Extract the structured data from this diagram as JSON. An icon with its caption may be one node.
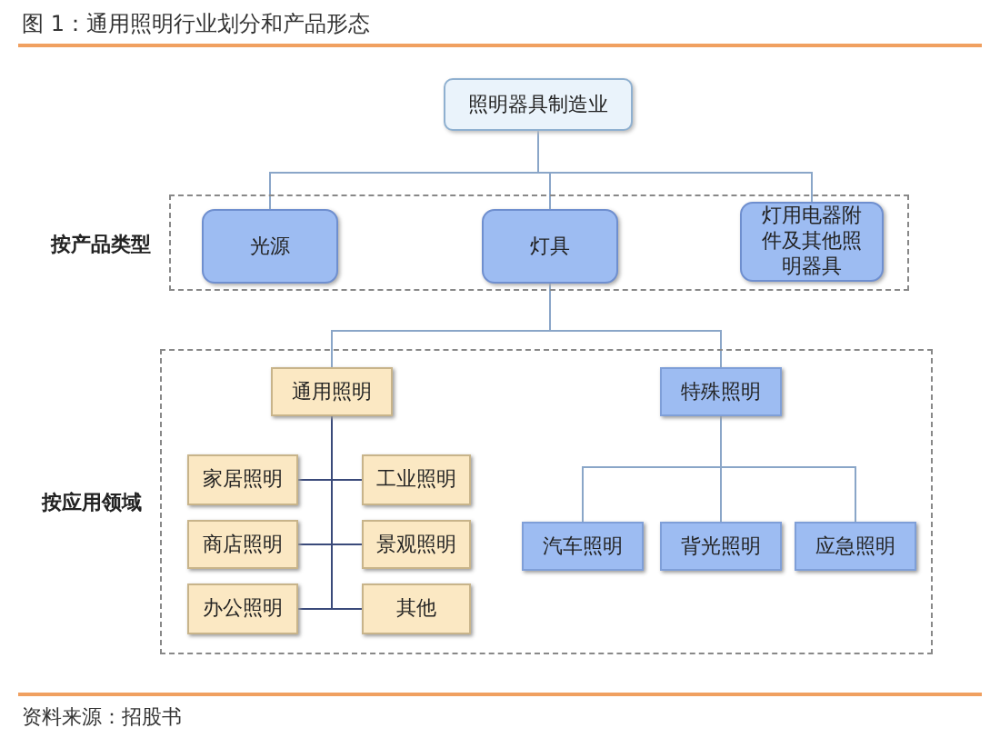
{
  "diagram": {
    "title": "图 1：通用照明行业划分和产品形态",
    "nodes": [
      {
        "text": [
          "照明器具制造业"
        ]
      },
      {
        "text": [
          "按产品类型"
        ]
      },
      {
        "text": [
          "光源"
        ],
        "in": 1
      },
      {
        "text": [
          "灯具"
        ],
        "in": 1
      },
      {
        "text": [
          "灯用电器附件及其他照明器具"
        ],
        "in": 1
      },
      {
        "text": [
          "按应用领域"
        ]
      },
      {
        "text": [
          "通用照明"
        ],
        "in": 5
      },
      {
        "text": [
          "家居照明"
        ],
        "in": 5
      },
      {
        "text": [
          "工业照明"
        ],
        "in": 5
      },
      {
        "text": [
          "商店照明"
        ],
        "in": 5
      },
      {
        "text": [
          "景观照明"
        ],
        "in": 5
      },
      {
        "text": [
          "办公照明"
        ],
        "in": 5
      },
      {
        "text": [
          "其他"
        ],
        "in": 5
      },
      {
        "text": [
          "特殊照明"
        ],
        "in": 5
      },
      {
        "text": [
          "汽车照明"
        ],
        "in": 5
      },
      {
        "text": [
          "背光照明"
        ],
        "in": 5
      },
      {
        "text": [
          "应急照明"
        ],
        "in": 5
      }
    ],
    "edges": [
      {
        "from": 0,
        "to": 2,
        "arrow": "none"
      },
      {
        "from": 0,
        "to": 3,
        "arrow": "none"
      },
      {
        "from": 0,
        "to": 4,
        "arrow": "none"
      },
      {
        "from": 3,
        "to": 6,
        "arrow": "none"
      },
      {
        "from": 3,
        "to": 13,
        "arrow": "none"
      },
      {
        "from": 6,
        "to": 7,
        "arrow": "none",
        "color": "#3a4a7a"
      },
      {
        "from": 6,
        "to": 8,
        "arrow": "none",
        "color": "#3a4a7a"
      },
      {
        "from": 6,
        "to": 9,
        "arrow": "none",
        "color": "#3a4a7a"
      },
      {
        "from": 6,
        "to": 10,
        "arrow": "none",
        "color": "#3a4a7a"
      },
      {
        "from": 6,
        "to": 11,
        "arrow": "none",
        "color": "#3a4a7a"
      },
      {
        "from": 6,
        "to": 12,
        "arrow": "none",
        "color": "#3a4a7a"
      },
      {
        "from": 13,
        "to": 14,
        "arrow": "none"
      },
      {
        "from": 13,
        "to": 15,
        "arrow": "none"
      },
      {
        "from": 13,
        "to": 16,
        "arrow": "none"
      }
    ],
    "labels": [
      "资料来源：招股书"
    ]
  }
}
